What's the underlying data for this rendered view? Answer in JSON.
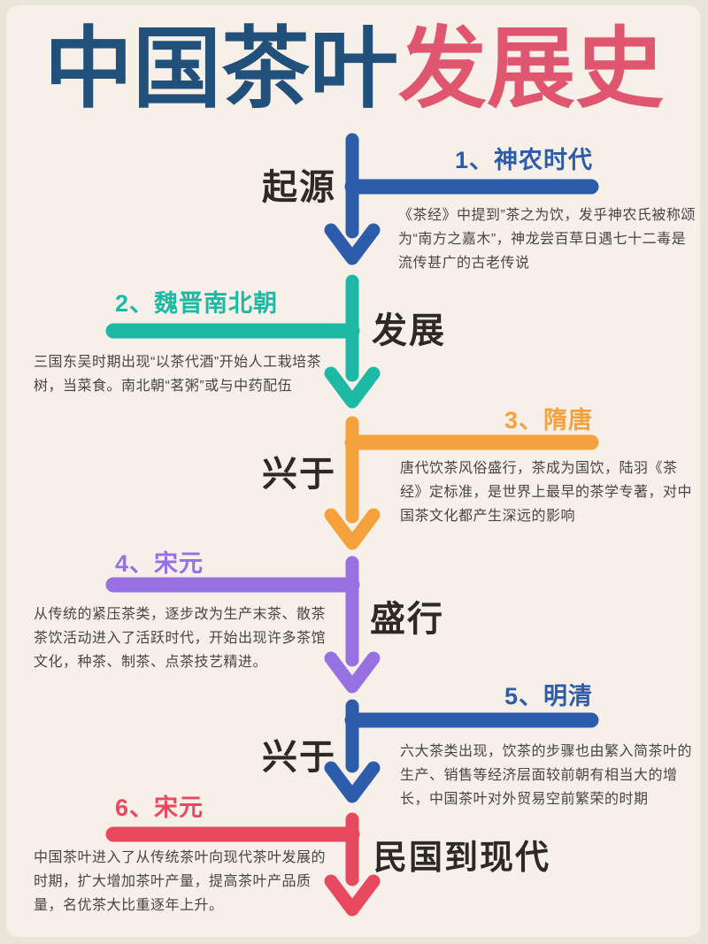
{
  "page": {
    "bg_outer": "#e9e5d8",
    "bg_card": "#f6f0e9",
    "body_text_color": "#4b4542",
    "label_color": "#2d2a26"
  },
  "title": {
    "part1": "中国茶叶",
    "part2": "发展史",
    "part1_color": "#21507b",
    "part2_color": "#e0566f"
  },
  "sections": [
    {
      "heading": "1、神农时代",
      "label": "起源",
      "body": "《茶经》中提到”茶之为饮，发乎神农氏被称颂\n为“南方之嘉木”，神龙尝百草日遇七十二毒是\n流传甚广的古老传说",
      "color": "#2d5cab",
      "side": "right"
    },
    {
      "heading": "2、魏晋南北朝",
      "label": "发展",
      "body": "三国东吴时期出现“以茶代酒”开始人工栽培茶\n树，当菜食。南北朝“茗粥”或与中药配伍",
      "color": "#1eb9a4",
      "side": "left"
    },
    {
      "heading": "3、隋唐",
      "label": "兴于",
      "body": "唐代饮茶风俗盛行，茶成为国饮，陆羽《茶\n经》定标准，是世界上最早的茶学专著，对中\n国茶文化都产生深远的影响",
      "color": "#f5a23d",
      "side": "right"
    },
    {
      "heading": "4、宋元",
      "label": "盛行",
      "body": "从传统的紧压茶类，逐步改为生产末茶、散茶\n茶饮活动进入了活跃时代，开始出现许多茶馆\n文化，种茶、制茶、点茶技艺精进。",
      "color": "#9770e2",
      "side": "left"
    },
    {
      "heading": "5、明清",
      "label": "兴于",
      "body": "六大茶类出现，饮茶的步骤也由繁入简茶叶的\n生产、销售等经济层面较前朝有相当大的增\n长，中国茶叶对外贸易空前繁荣的时期",
      "color": "#2d5cab",
      "side": "right"
    },
    {
      "heading": "6、宋元",
      "label": "民国到现代",
      "body": "中国茶叶进入了从传统茶叶向现代茶叶发展的\n时期，扩大增加茶叶产量，提高茶叶产品质\n量，名优茶大比重逐年上升。",
      "color": "#e8495f",
      "side": "left"
    }
  ]
}
